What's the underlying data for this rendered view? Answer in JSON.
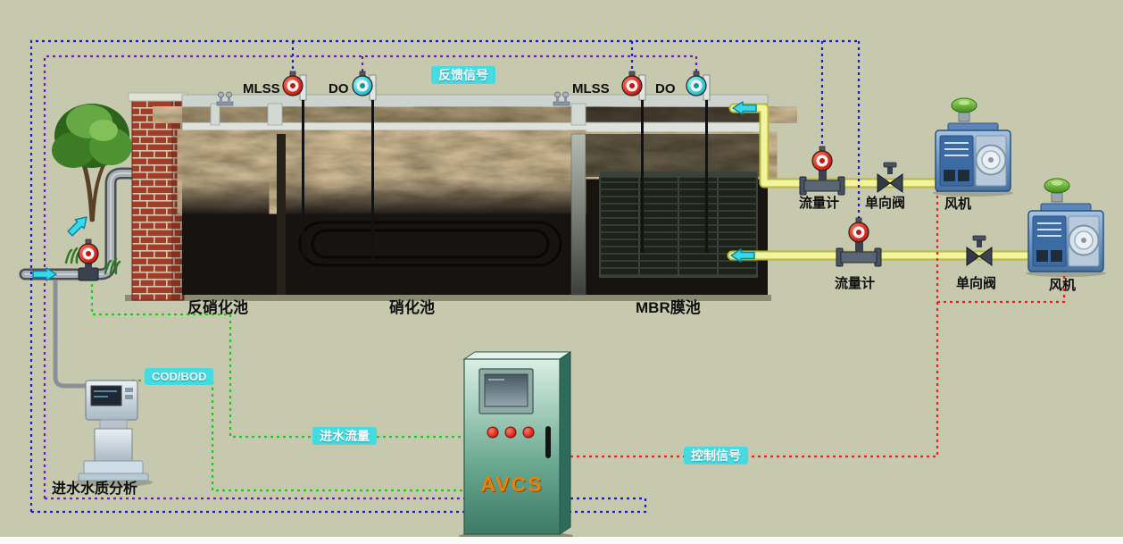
{
  "colors": {
    "background": "#c6c9ae",
    "feedback_line_blue": "#1b1bd0",
    "do_line_purple": "#6a1ec8",
    "data_line_green": "#1dc91d",
    "control_line_red": "#ef1f1f",
    "air_pipe_yellow": "#f3f59e",
    "signal_badge_cyan": "#3edce5",
    "controller_text_orange": "#e8820a"
  },
  "sensors": {
    "mlss_left": "MLSS",
    "do_left": "DO",
    "mlss_right": "MLSS",
    "do_right": "DO"
  },
  "tanks": {
    "denitrification": "反硝化池",
    "nitrification": "硝化池",
    "mbr": "MBR膜池"
  },
  "air_supply": {
    "line1": {
      "flow_meter": "流量计",
      "check_valve": "单向阀",
      "blower": "风机"
    },
    "line2": {
      "flow_meter": "流量计",
      "check_valve": "单向阀",
      "blower": "风机"
    }
  },
  "signals": {
    "feedback": "反馈信号",
    "cod_bod": "COD/BOD",
    "inlet_flow": "进水流量",
    "control": "控制信号"
  },
  "analyzer_label": "进水水质分析",
  "controller_label": "AVCS"
}
